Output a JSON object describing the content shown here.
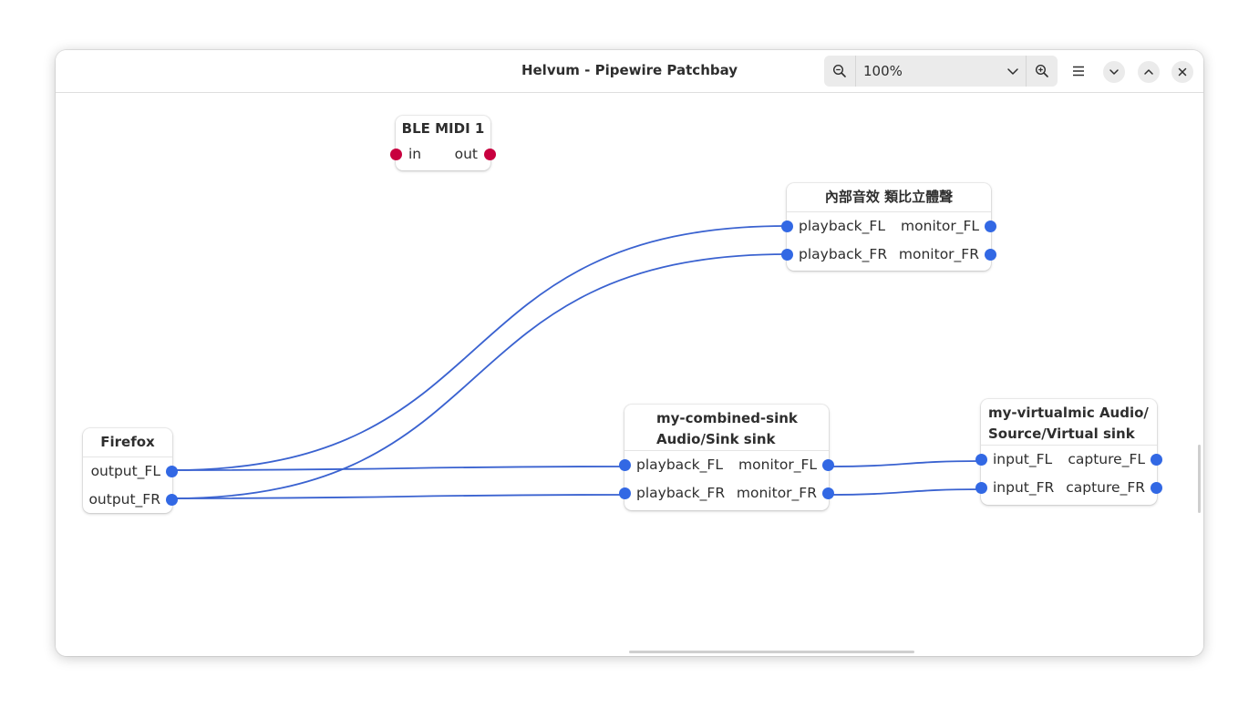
{
  "window": {
    "title": "Helvum - Pipewire Patchbay"
  },
  "toolbar": {
    "zoom_out_icon": "zoom-out-icon",
    "zoom_value": "100%",
    "zoom_dropdown_icon": "chevron-down-icon",
    "zoom_in_icon": "zoom-in-icon",
    "menu_icon": "hamburger-menu-icon",
    "minimize_icon": "chevron-down-icon",
    "maximize_icon": "chevron-up-icon",
    "close_icon": "close-icon"
  },
  "colors": {
    "audio_port": "#3268e4",
    "midi_port": "#c8003f",
    "link": "#3a62d0"
  },
  "nodes": {
    "ble_midi": {
      "title": "BLE MIDI 1",
      "inputs": [
        "in"
      ],
      "outputs": [
        "out"
      ]
    },
    "internal_audio": {
      "title": "內部音效 類比立體聲",
      "inputs": [
        "playback_FL",
        "playback_FR"
      ],
      "outputs": [
        "monitor_FL",
        "monitor_FR"
      ]
    },
    "firefox": {
      "title": "Firefox",
      "outputs": [
        "output_FL",
        "output_FR"
      ]
    },
    "combined_sink": {
      "title_line1": "my-combined-sink",
      "title_line2": "Audio/Sink sink",
      "inputs": [
        "playback_FL",
        "playback_FR"
      ],
      "outputs": [
        "monitor_FL",
        "monitor_FR"
      ]
    },
    "virtualmic": {
      "title_line1": "my-virtualmic Audio/",
      "title_line2": "Source/Virtual sink",
      "inputs": [
        "input_FL",
        "input_FR"
      ],
      "outputs": [
        "capture_FL",
        "capture_FR"
      ]
    }
  },
  "links": [
    {
      "from": "Firefox:output_FL",
      "to": "內部音效 類比立體聲:playback_FL"
    },
    {
      "from": "Firefox:output_FR",
      "to": "內部音效 類比立體聲:playback_FR"
    },
    {
      "from": "Firefox:output_FL",
      "to": "my-combined-sink:playback_FL"
    },
    {
      "from": "Firefox:output_FR",
      "to": "my-combined-sink:playback_FR"
    },
    {
      "from": "my-combined-sink:monitor_FL",
      "to": "my-virtualmic:input_FL"
    },
    {
      "from": "my-combined-sink:monitor_FR",
      "to": "my-virtualmic:input_FR"
    }
  ]
}
